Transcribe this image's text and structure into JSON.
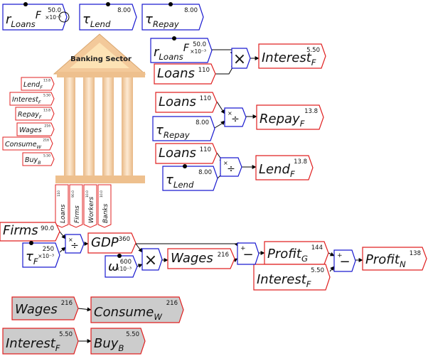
{
  "bank": {
    "title": "Banking Sector",
    "side_flows": [
      {
        "name": "Lend",
        "sub": "F",
        "value": "13.8"
      },
      {
        "name": "Interest",
        "sub": "F",
        "value": "5.50"
      },
      {
        "name": "Repay",
        "sub": "F",
        "value": "13.8"
      },
      {
        "name": "Wages",
        "sub": "",
        "value": "216"
      },
      {
        "name": "Consume",
        "sub": "W",
        "value": "216"
      },
      {
        "name": "Buy",
        "sub": "B",
        "value": "5.50"
      }
    ],
    "stocks": [
      {
        "name": "Loans",
        "value": "110"
      },
      {
        "name": "Firms",
        "value": "90.0"
      },
      {
        "name": "Workers",
        "value": "10.0"
      },
      {
        "name": "Banks",
        "value": "10.0"
      }
    ]
  },
  "variables": {
    "r_loans_top": {
      "name": "r",
      "sub": "Loans",
      "sup": "F",
      "value": "50.0",
      "scale": "×10⁻³"
    },
    "tau_lend_top": {
      "name": "τ",
      "sub": "Lend",
      "value": "8.00"
    },
    "tau_repay_top": {
      "name": "τ",
      "sub": "Repay",
      "value": "8.00"
    },
    "r_loans": {
      "name": "r",
      "sub": "Loans",
      "sup": "F",
      "value": "50.0",
      "scale": "×10⁻³"
    },
    "loans_1": {
      "name": "Loans",
      "value": "110"
    },
    "interest_f": {
      "name": "Interest",
      "sub": "F",
      "value": "5.50"
    },
    "loans_2": {
      "name": "Loans",
      "value": "110"
    },
    "tau_repay": {
      "name": "τ",
      "sub": "Repay",
      "value": "8.00"
    },
    "repay_f": {
      "name": "Repay",
      "sub": "F",
      "value": "13.8"
    },
    "loans_3": {
      "name": "Loans",
      "value": "110"
    },
    "tau_lend": {
      "name": "τ",
      "sub": "Lend",
      "value": "8.00"
    },
    "lend_f": {
      "name": "Lend",
      "sub": "F",
      "value": "13.8"
    },
    "firms": {
      "name": "Firms",
      "value": "90.0"
    },
    "tau_f": {
      "name": "τ",
      "sub": "F",
      "value": "250",
      "scale": "×10⁻³"
    },
    "gdp": {
      "name": "GDP",
      "value": "360"
    },
    "omega": {
      "name": "ω",
      "value": "600",
      "scale": "×10⁻³"
    },
    "wages": {
      "name": "Wages",
      "value": "216"
    },
    "profit_g": {
      "name": "Profit",
      "sub": "G",
      "value": "144"
    },
    "interest_f2": {
      "name": "Interest",
      "sub": "F",
      "value": "5.50"
    },
    "profit_n": {
      "name": "Profit",
      "sub": "N",
      "value": "138"
    },
    "wages_g": {
      "name": "Wages",
      "value": "216"
    },
    "consume_w": {
      "name": "Consume",
      "sub": "W",
      "value": "216"
    },
    "interest_g": {
      "name": "Interest",
      "sub": "F",
      "value": "5.50"
    },
    "buy_b": {
      "name": "Buy",
      "sub": "B",
      "value": "5.50"
    }
  },
  "operators": {
    "multiply": "×",
    "divide": "÷",
    "minus": "−",
    "plus": "+"
  },
  "colors": {
    "flow_border": "#e02020",
    "param_border": "#1a1ad0",
    "gray_fill": "#cccccc",
    "bank_fill": "#f5d3a8"
  }
}
